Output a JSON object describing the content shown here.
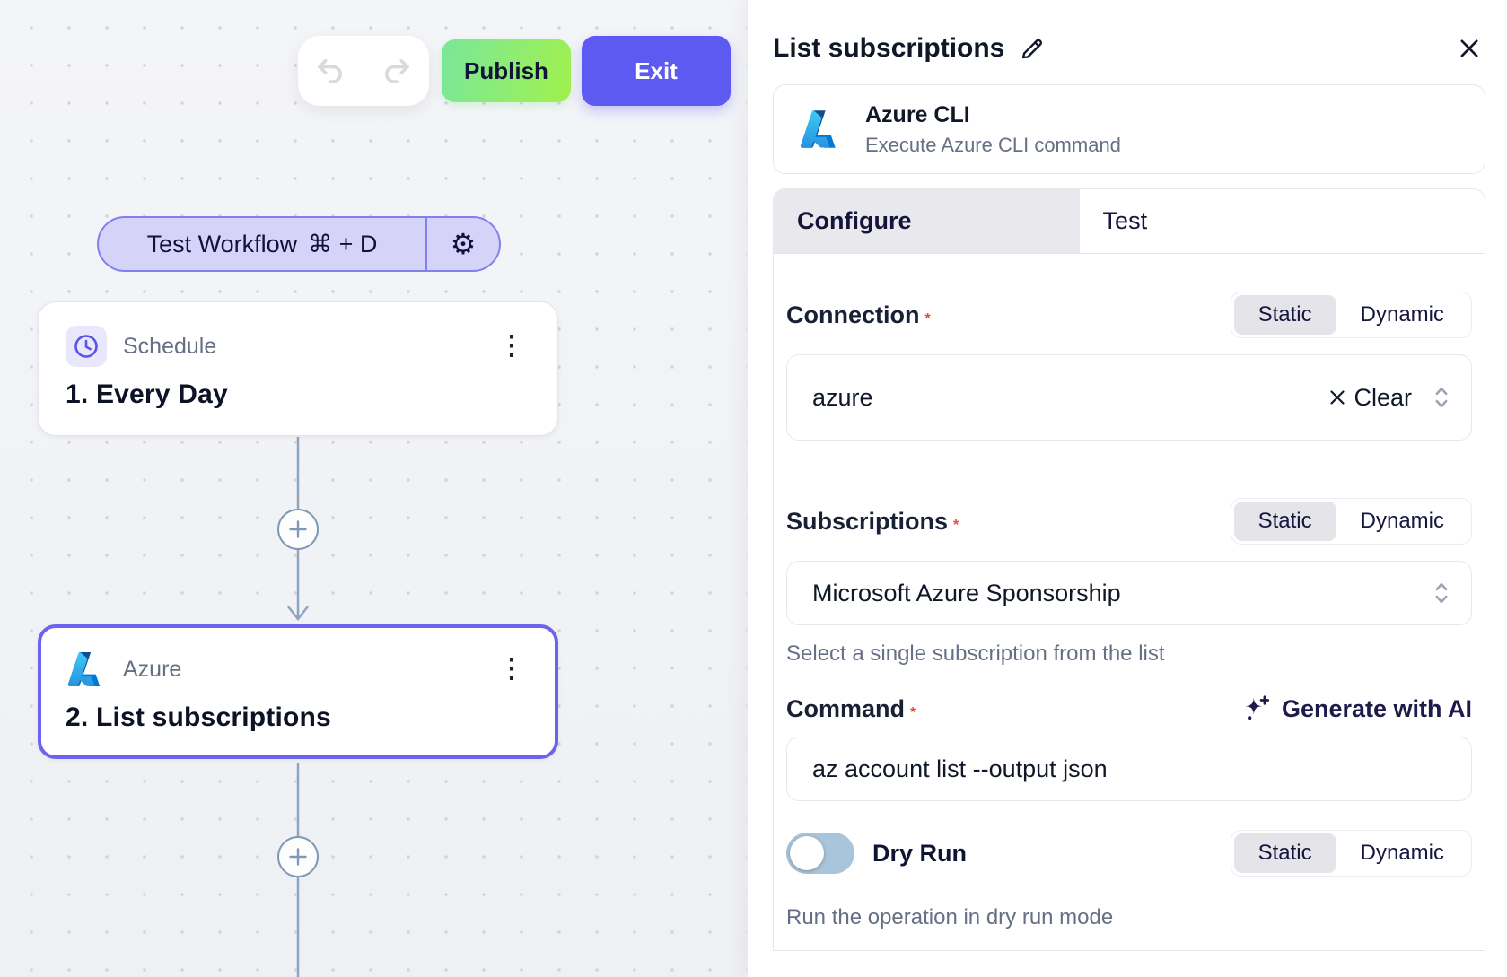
{
  "canvas": {
    "toolbar": {
      "publish_label": "Publish",
      "exit_label": "Exit"
    },
    "test_workflow": {
      "label": "Test Workflow",
      "shortcut": "⌘ + D"
    },
    "nodes": [
      {
        "app": "Schedule",
        "title": "1. Every Day"
      },
      {
        "app": "Azure",
        "title": "2. List subscriptions"
      }
    ]
  },
  "panel": {
    "title": "List subscriptions",
    "app_card": {
      "name": "Azure CLI",
      "description": "Execute Azure CLI command"
    },
    "tabs": [
      {
        "label": "Configure"
      },
      {
        "label": "Test"
      }
    ],
    "toggle_labels": {
      "static": "Static",
      "dynamic": "Dynamic"
    },
    "fields": {
      "connection": {
        "label": "Connection",
        "value": "azure",
        "clear_label": "Clear"
      },
      "subscriptions": {
        "label": "Subscriptions",
        "value": "Microsoft Azure Sponsorship",
        "helper": "Select a single subscription from the list"
      },
      "command": {
        "label": "Command",
        "generate_label": "Generate with AI",
        "value": "az account list --output json"
      },
      "dry_run": {
        "label": "Dry Run",
        "helper": "Run the operation in dry run mode",
        "enabled": false
      }
    }
  },
  "colors": {
    "accent_purple": "#5c5af0",
    "publish_gradient_start": "#79e79c",
    "publish_gradient_end": "#a1f14c",
    "selected_node_border": "#6c63ee",
    "connector": "#8fa5be",
    "required_asterisk": "#f04438",
    "helper_text": "#667085"
  }
}
